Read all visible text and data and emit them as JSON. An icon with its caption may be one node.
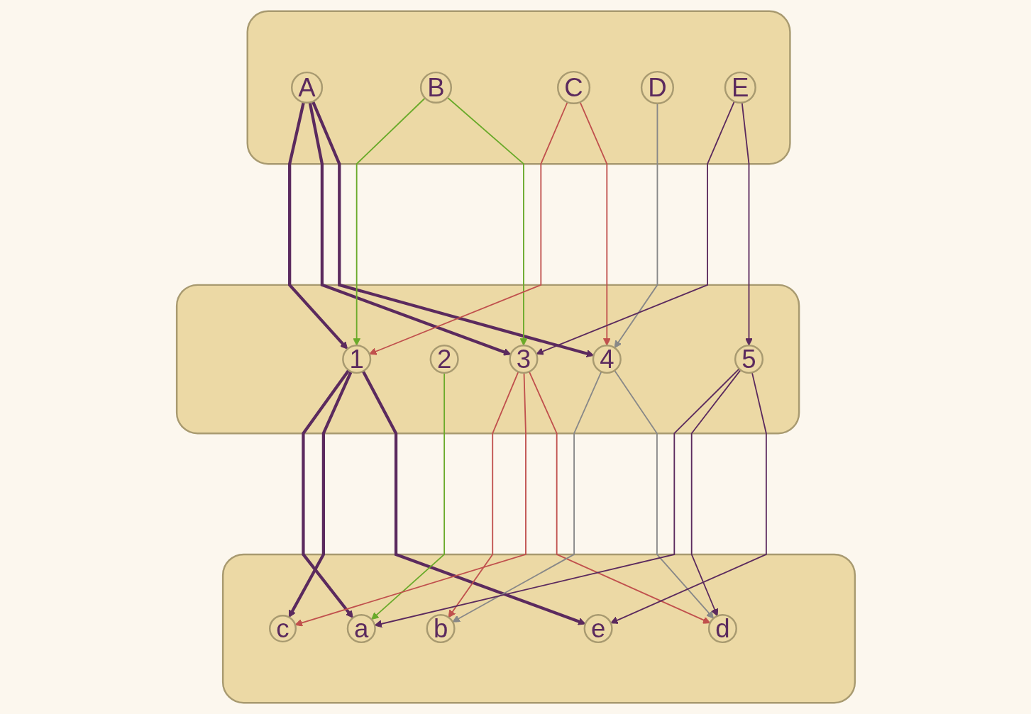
{
  "diagram": {
    "nodes": [
      {
        "text": [],
        "shape": "box"
      },
      {
        "text": [
          "A"
        ],
        "in": 0
      },
      {
        "text": [
          "B"
        ],
        "in": 0
      },
      {
        "text": [
          "C"
        ],
        "in": 0
      },
      {
        "text": [
          "D"
        ],
        "in": 0
      },
      {
        "text": [
          "E"
        ],
        "in": 0
      },
      {
        "text": [],
        "shape": "box"
      },
      {
        "text": [
          "1"
        ],
        "in": 6
      },
      {
        "text": [
          "2"
        ],
        "in": 6
      },
      {
        "text": [
          "3"
        ],
        "in": 6
      },
      {
        "text": [
          "4"
        ],
        "in": 6
      },
      {
        "text": [
          "5"
        ],
        "in": 6
      },
      {
        "text": [],
        "shape": "box"
      },
      {
        "text": [
          "a"
        ],
        "in": 12
      },
      {
        "text": [
          "b"
        ],
        "in": 12
      },
      {
        "text": [
          "c"
        ],
        "in": 12
      },
      {
        "text": [
          "d"
        ],
        "in": 12
      },
      {
        "text": [
          "e"
        ],
        "in": 12
      }
    ],
    "edges": [
      {
        "from": 1,
        "to": 7,
        "arrow": "to",
        "style": "thick"
      },
      {
        "from": 1,
        "to": 9,
        "arrow": "to",
        "style": "thick"
      },
      {
        "from": 1,
        "to": 10,
        "arrow": "to",
        "style": "thick"
      },
      {
        "from": 2,
        "to": 7,
        "arrow": "to",
        "color": "#6aaa2a"
      },
      {
        "from": 2,
        "to": 9,
        "arrow": "to",
        "color": "#6aaa2a"
      },
      {
        "from": 3,
        "to": 7,
        "arrow": "to",
        "color": "#c0504d"
      },
      {
        "from": 3,
        "to": 10,
        "arrow": "to",
        "color": "#c0504d"
      },
      {
        "from": 4,
        "to": 10,
        "arrow": "to",
        "color": "#888888"
      },
      {
        "from": 5,
        "to": 9,
        "arrow": "to"
      },
      {
        "from": 5,
        "to": 11,
        "arrow": "to"
      },
      {
        "from": 7,
        "to": 13,
        "arrow": "to",
        "style": "thick"
      },
      {
        "from": 7,
        "to": 15,
        "arrow": "to",
        "style": "thick"
      },
      {
        "from": 7,
        "to": 17,
        "arrow": "to",
        "style": "thick"
      },
      {
        "from": 8,
        "to": 13,
        "arrow": "to",
        "color": "#6aaa2a"
      },
      {
        "from": 9,
        "to": 14,
        "arrow": "to",
        "color": "#c0504d"
      },
      {
        "from": 9,
        "to": 15,
        "arrow": "to",
        "color": "#c0504d"
      },
      {
        "from": 9,
        "to": 16,
        "arrow": "to",
        "color": "#c0504d"
      },
      {
        "from": 10,
        "to": 14,
        "arrow": "to",
        "color": "#888888"
      },
      {
        "from": 10,
        "to": 16,
        "arrow": "to",
        "color": "#888888"
      },
      {
        "from": 11,
        "to": 13,
        "arrow": "to"
      },
      {
        "from": 11,
        "to": 16,
        "arrow": "to"
      },
      {
        "from": 11,
        "to": 17,
        "arrow": "to"
      }
    ]
  }
}
